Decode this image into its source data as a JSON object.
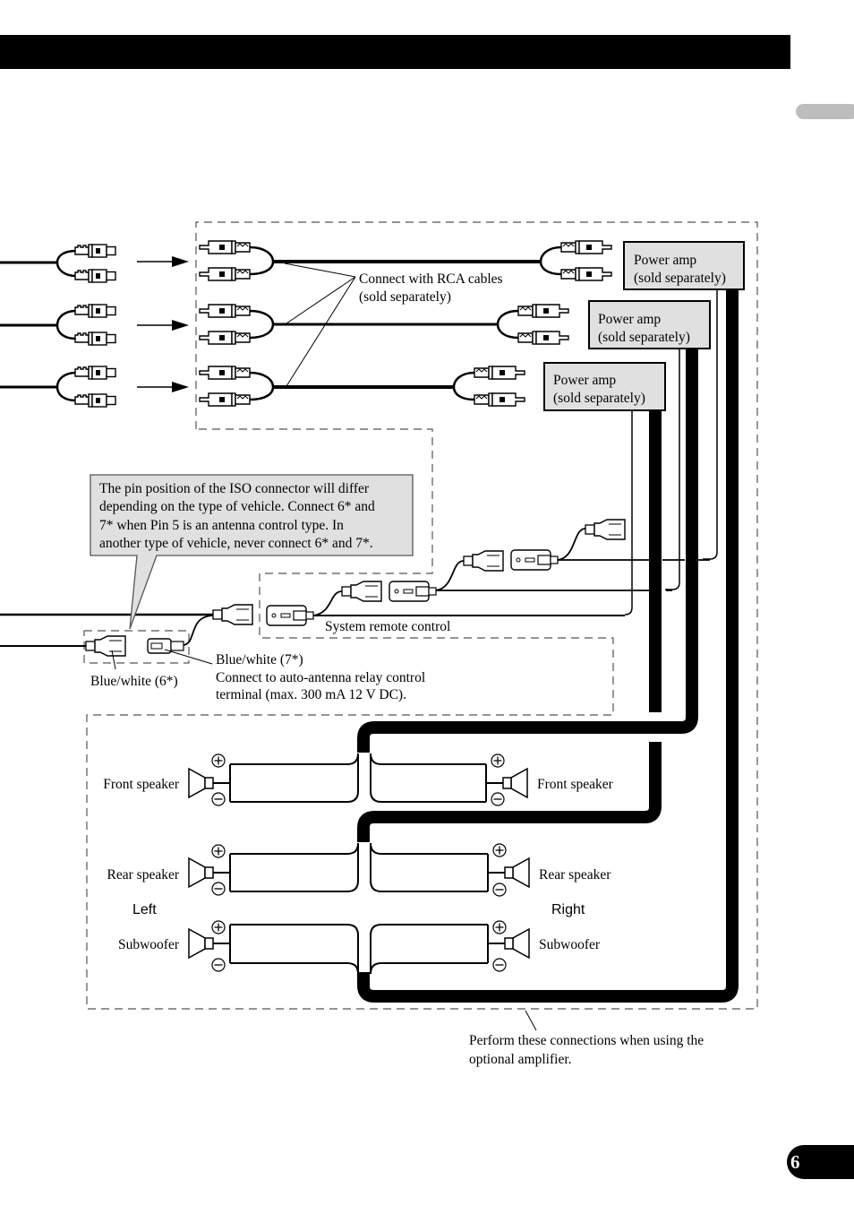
{
  "page": {
    "number": "6",
    "header_bar_color": "#000000",
    "side_tab_color": "#bdbdbd"
  },
  "rca": {
    "callout": [
      "Connect with RCA cables",
      "(sold separately)"
    ]
  },
  "amps": [
    {
      "line1": "Power amp",
      "line2": "(sold separately)"
    },
    {
      "line1": "Power amp",
      "line2": "(sold separately)"
    },
    {
      "line1": "Power amp",
      "line2": "(sold separately)"
    }
  ],
  "iso_note": {
    "lines": [
      "The pin position of the ISO connector will differ",
      "depending on the type of vehicle. Connect 6* and",
      "7* when Pin 5 is an antenna control type. In",
      "another type of vehicle, never connect 6* and 7*."
    ],
    "fill": "#e0e0e0"
  },
  "remote": {
    "label": "System remote control"
  },
  "antenna": {
    "wire6_label": "Blue/white (6*)",
    "wire7_label": "Blue/white (7*)",
    "wire7_desc": [
      "Connect to auto-antenna relay control",
      "terminal (max. 300 mA 12 V DC)."
    ]
  },
  "speakers": {
    "left_title": "Left",
    "right_title": "Right",
    "left": [
      "Front speaker",
      "Rear speaker",
      "Subwoofer"
    ],
    "right": [
      "Front speaker",
      "Rear speaker",
      "Subwoofer"
    ],
    "plus_symbol": "+",
    "minus_symbol": "−"
  },
  "footnote": {
    "lines": [
      "Perform these connections when using the",
      "optional amplifier."
    ]
  }
}
